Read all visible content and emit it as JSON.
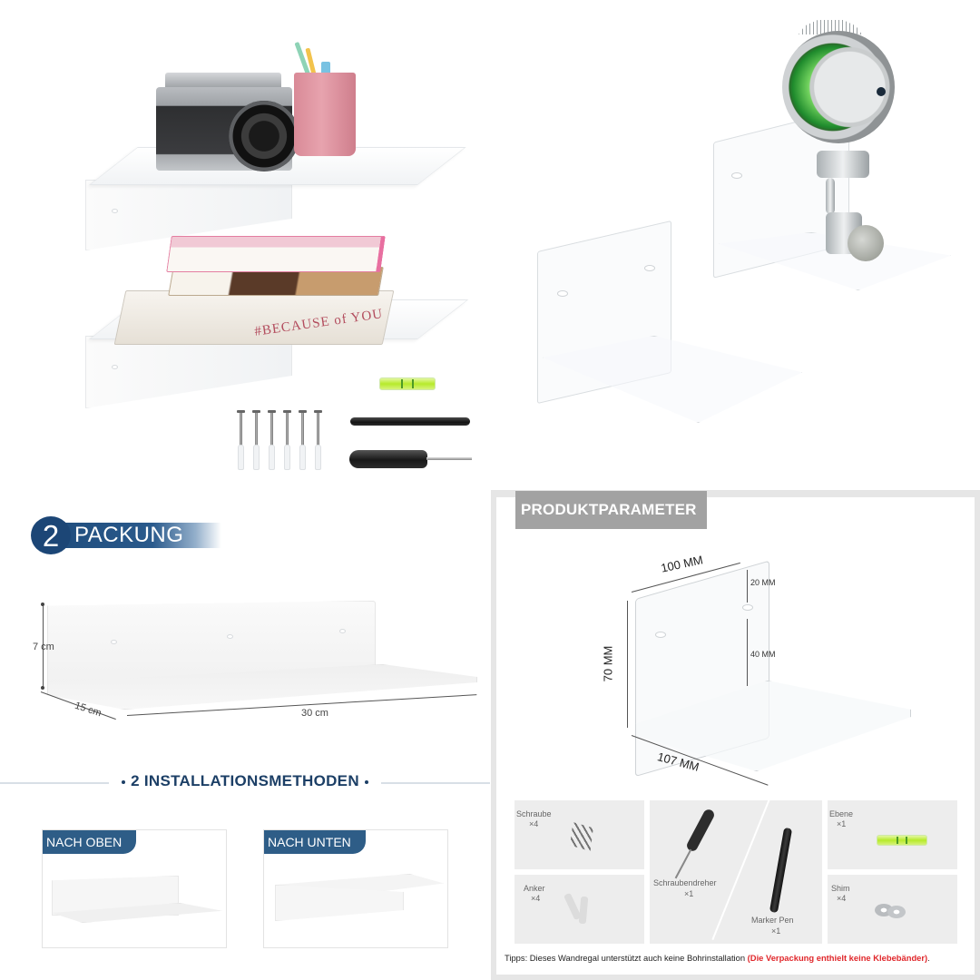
{
  "lifestyle_left": {
    "items_on_shelves": [
      "camera",
      "pen-cup",
      "book-stack"
    ],
    "book_spine_text": "#BECAUSE of YOU"
  },
  "lifestyle_right": {
    "items": [
      "acrylic-shelf-empty",
      "acrylic-shelf-with-robot-figure"
    ]
  },
  "package_badge": {
    "count": "2",
    "label": "PACKUNG"
  },
  "shelf_dimensions": {
    "height": "7 cm",
    "depth": "15 cm",
    "width": "30 cm"
  },
  "installation": {
    "title": "2 INSTALLATIONSMETHODEN",
    "methods": [
      {
        "label": "NACH OBEN"
      },
      {
        "label": "NACH UNTEN"
      }
    ]
  },
  "product_parameters": {
    "title": "PRODUKTPARAMETER",
    "dimensions": {
      "width": "100 MM",
      "height": "70 MM",
      "depth": "107 MM",
      "hole_top_offset": "20 MM",
      "hole_bottom_offset": "40 MM"
    },
    "accessories": [
      {
        "name": "Schraube",
        "count": "×4"
      },
      {
        "name": "Anker",
        "count": "×4"
      },
      {
        "name": "Schraubendreher",
        "count": "×1"
      },
      {
        "name": "Marker Pen",
        "count": "×1"
      },
      {
        "name": "Ebene",
        "count": "×1"
      },
      {
        "name": "Shim",
        "count": "×4"
      }
    ],
    "tip": {
      "text": "Tipps: Dieses Wandregal unterstützt auch keine Bohrinstallation ",
      "highlight": "(Die Verpackung enthielt keine Klebebänder)",
      "end": "."
    }
  },
  "colors": {
    "badge_blue": "#1c4676",
    "tag_blue": "#2e5d87",
    "title_blue": "#1c3f66",
    "param_tag_gray": "#a2a2a2",
    "tip_red": "#e0262a",
    "accessory_bg": "#ededed"
  }
}
